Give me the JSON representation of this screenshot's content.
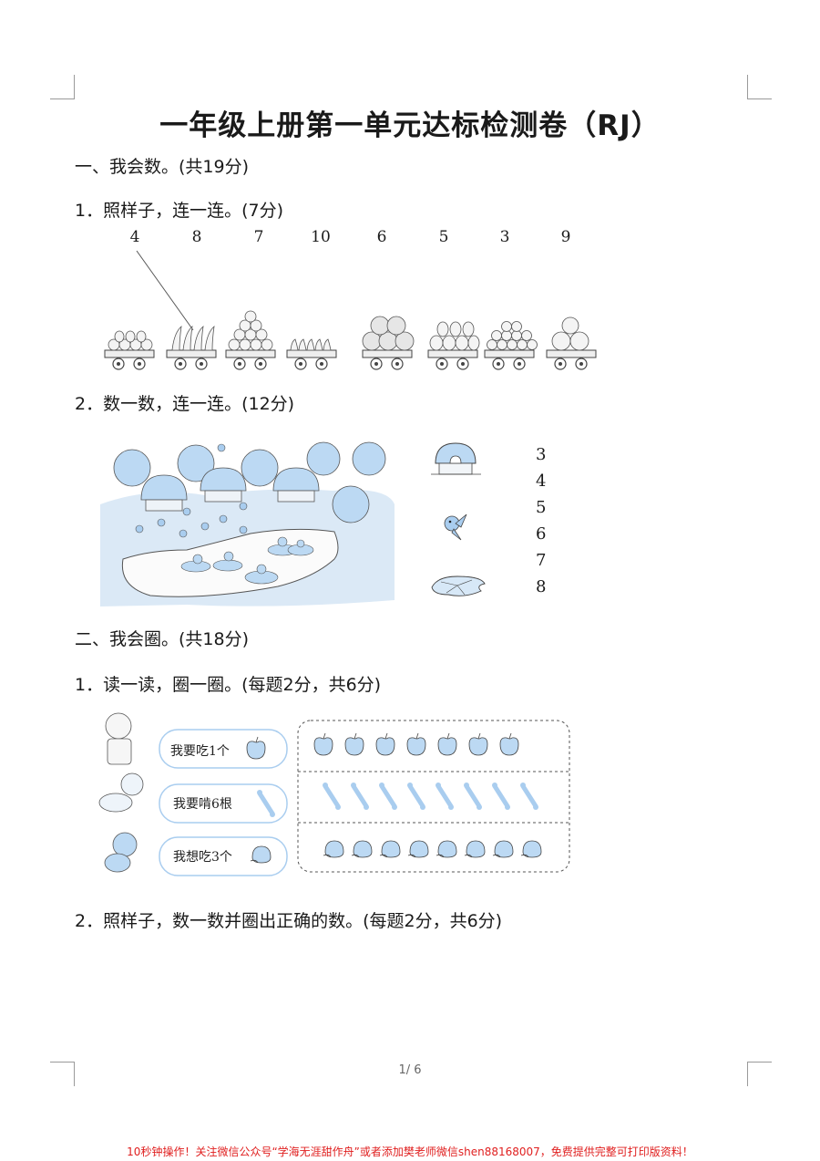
{
  "document": {
    "title": "一年级上册第一单元达标检测卷（RJ）",
    "page_indicator": "1/ 6",
    "footer_note": "10秒钟操作！关注微信公众号“学海无涯甜作舟”或者添加樊老师微信shen88168007，免费提供完整可打印版资料！"
  },
  "section1": {
    "heading": "一、我会数。(共19分)",
    "q1": {
      "label": "1．照样子，连一连。(7分)",
      "numbers": [
        "4",
        "8",
        "7",
        "10",
        "6",
        "5",
        "3",
        "9"
      ],
      "carts": [
        "eggplants",
        "cucumbers",
        "oranges",
        "bananas",
        "watermelons",
        "pears",
        "apples",
        "tomatoes"
      ],
      "example_link": {
        "from_number": "4",
        "to_cart": "cucumbers"
      }
    },
    "q2": {
      "label": "2．数一数，连一连。(12分)",
      "icons": [
        "mushroom-house",
        "bird",
        "lily-pad"
      ],
      "numbers": [
        "3",
        "4",
        "5",
        "6",
        "7",
        "8"
      ]
    }
  },
  "section2": {
    "heading": "二、我会圈。(共18分)",
    "q1": {
      "label": "1．读一读，圈一圈。(每题2分，共6分)",
      "rows": [
        {
          "character": "boy",
          "speech": "我要吃1个",
          "item": "apple",
          "count": 7
        },
        {
          "character": "dog",
          "speech": "我要啃6根",
          "item": "bone",
          "count": 8
        },
        {
          "character": "monkey",
          "speech": "我想吃3个",
          "item": "peach",
          "count": 8
        }
      ]
    },
    "q2": {
      "label": "2．照样子，数一数并圈出正确的数。(每题2分，共6分)"
    }
  }
}
